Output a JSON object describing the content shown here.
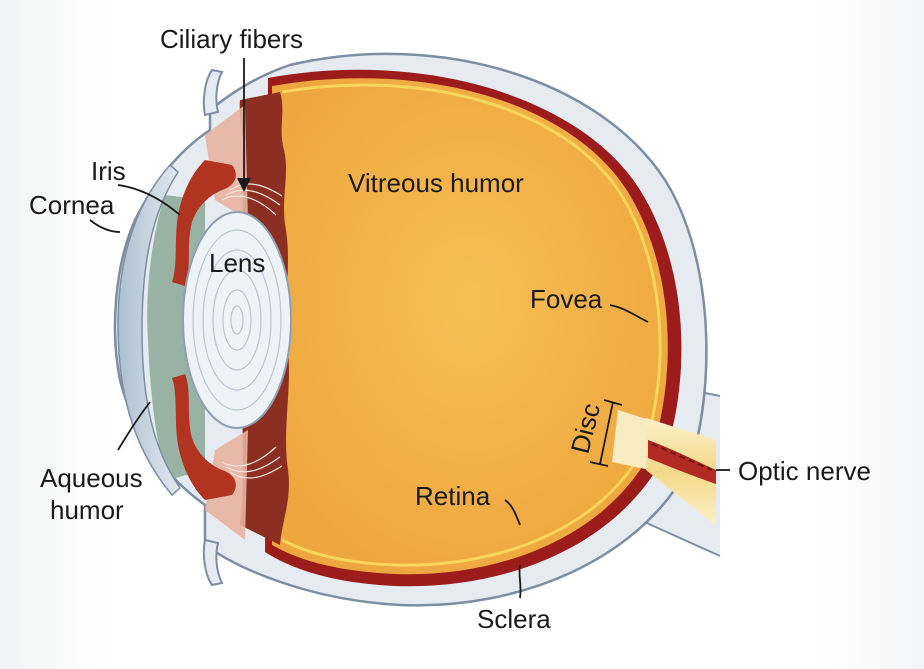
{
  "labels": {
    "ciliary_fibers": "Ciliary fibers",
    "iris": "Iris",
    "cornea": "Cornea",
    "lens": "Lens",
    "vitreous_humor": "Vitreous humor",
    "fovea": "Fovea",
    "disc": "Disc",
    "optic_nerve": "Optic nerve",
    "retina": "Retina",
    "aqueous_humor_line1": "Aqueous",
    "aqueous_humor_line2": "humor",
    "sclera": "Sclera"
  },
  "colors": {
    "sclera_fill": "#e6ebf2",
    "sclera_stroke": "#7d8ea3",
    "vitreous": "#f2b04a",
    "retina_red": "#9c1c1c",
    "choroid_dark": "#8c2f22",
    "lens_fill": "#eef3f8",
    "cornea_fill": "#c9d7e3",
    "aqueous": "#98b3a3",
    "iris": "#b03420",
    "nerve": "#f7e6b0",
    "yellow_line": "#f5d75a"
  }
}
